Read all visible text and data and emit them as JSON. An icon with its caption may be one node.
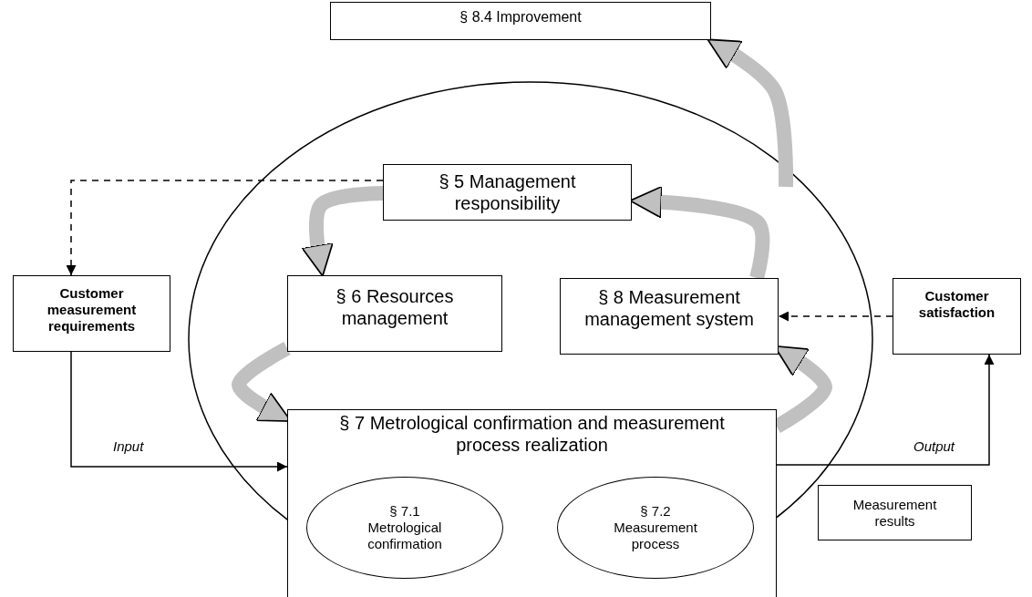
{
  "diagram": {
    "nodes": [
      {
        "text": [
          "§ 8.4  Improvement"
        ]
      },
      {
        "text": [
          "§ 5 Management responsibility"
        ]
      },
      {
        "text": [
          "Customer measurement requirements"
        ]
      },
      {
        "text": [
          "§ 6 Resources management"
        ]
      },
      {
        "text": [
          "§ 8 Measurement management system"
        ]
      },
      {
        "text": [
          "Customer satisfaction"
        ]
      },
      {
        "text": [
          "§ 7 Metrological confirmation and measurement process realization"
        ]
      },
      {
        "text": [
          "§ 7.1 Metrological confirmation"
        ],
        "in": 6
      },
      {
        "text": [
          "§ 7.2 Measurement process"
        ],
        "in": 6
      },
      {
        "text": [
          "Measurement results"
        ]
      }
    ],
    "edges": [
      {
        "from": 1,
        "to": 2,
        "arrow": "to",
        "style": "dashed",
        "color": "#000000"
      },
      {
        "from": 5,
        "to": 4,
        "arrow": "to",
        "style": "dashed",
        "color": "#000000"
      },
      {
        "from": 2,
        "to": 6,
        "arrow": "to",
        "label": "Input",
        "color": "#000000"
      },
      {
        "from": 6,
        "to": 5,
        "arrow": "to",
        "label": "Output",
        "color": "#000000"
      },
      {
        "from": 1,
        "to": 3,
        "arrow": "to"
      },
      {
        "from": 3,
        "to": 6,
        "arrow": "to"
      },
      {
        "from": 6,
        "to": 4,
        "arrow": "to"
      },
      {
        "from": 4,
        "to": 1,
        "arrow": "to"
      },
      {
        "from": null,
        "to": 0,
        "arrow": "to"
      }
    ]
  }
}
